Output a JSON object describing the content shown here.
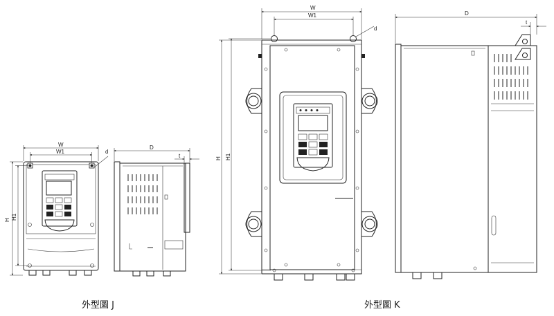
{
  "figure_j": {
    "caption": "外型圖 J",
    "front": {
      "w": "W",
      "w1": "W1",
      "h": "H",
      "h1": "H1",
      "d": "d"
    },
    "side": {
      "d": "D",
      "t": "t"
    }
  },
  "figure_k": {
    "caption": "外型圖 K",
    "front": {
      "w": "W",
      "w1": "W1",
      "h": "H",
      "h1": "H1",
      "d": "d"
    },
    "side": {
      "d": "D",
      "t": "t"
    }
  }
}
